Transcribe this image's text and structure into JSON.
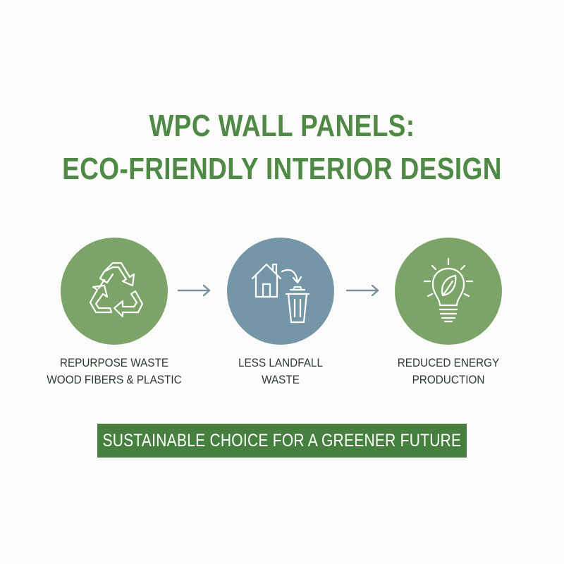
{
  "title": {
    "line1": "WPC WALL PANELS:",
    "line2": "ECO-FRIENDLY INTERIOR DESIGN"
  },
  "steps": [
    {
      "icon": "recycle-icon",
      "color": "#7ca368",
      "caption_line1": "REPURPOSE WASTE",
      "caption_line2": "WOOD FIBERS & PLASTIC"
    },
    {
      "icon": "house-to-trash-icon",
      "color": "#7496a7",
      "caption_line1": "LESS LANDFALL",
      "caption_line2": "WASTE"
    },
    {
      "icon": "eco-lightbulb-icon",
      "color": "#7ca368",
      "caption_line1": "REDUCED ENERGY",
      "caption_line2": "PRODUCTION"
    }
  ],
  "connector_icon": "arrow-right-icon",
  "banner": {
    "text": "SUSTAINABLE CHOICE FOR A GREENER FUTURE",
    "color": "#46803e"
  },
  "colors": {
    "title": "#4e8a45",
    "arrow": "#7a8f99",
    "caption": "#2f3a33",
    "background": "#fbfbf9"
  }
}
